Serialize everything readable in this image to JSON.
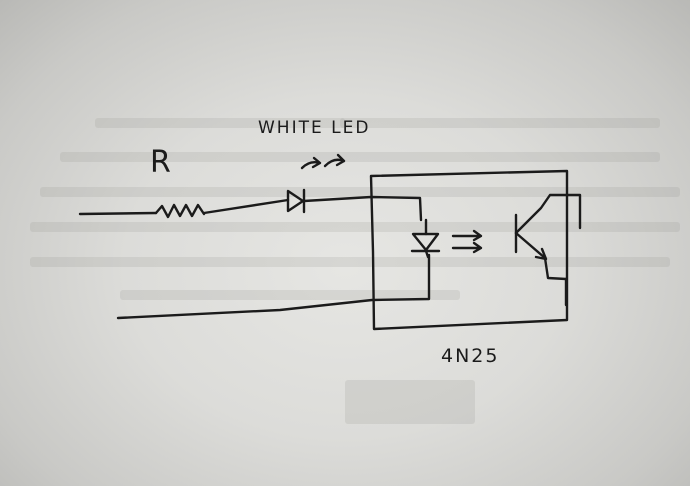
{
  "labels": {
    "resistor": "R",
    "led": "WHITE LED",
    "chip": "4N25"
  },
  "colors": {
    "ink": "#1b1b1b",
    "paper": "#dcdcd9"
  }
}
